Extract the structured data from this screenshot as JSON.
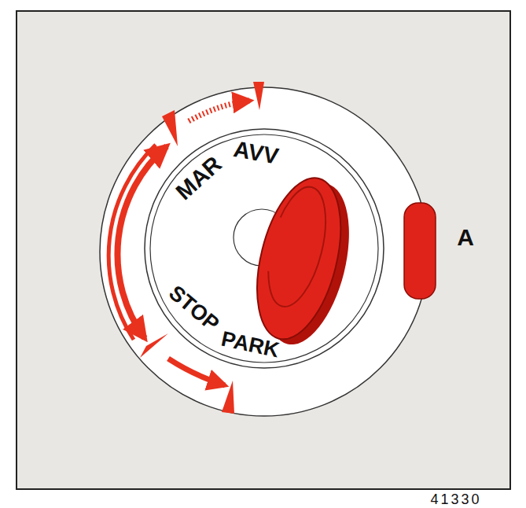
{
  "diagram": {
    "labels": [
      "MAR",
      "AVV",
      "STOP",
      "PARK",
      "A",
      "41330"
    ]
  }
}
